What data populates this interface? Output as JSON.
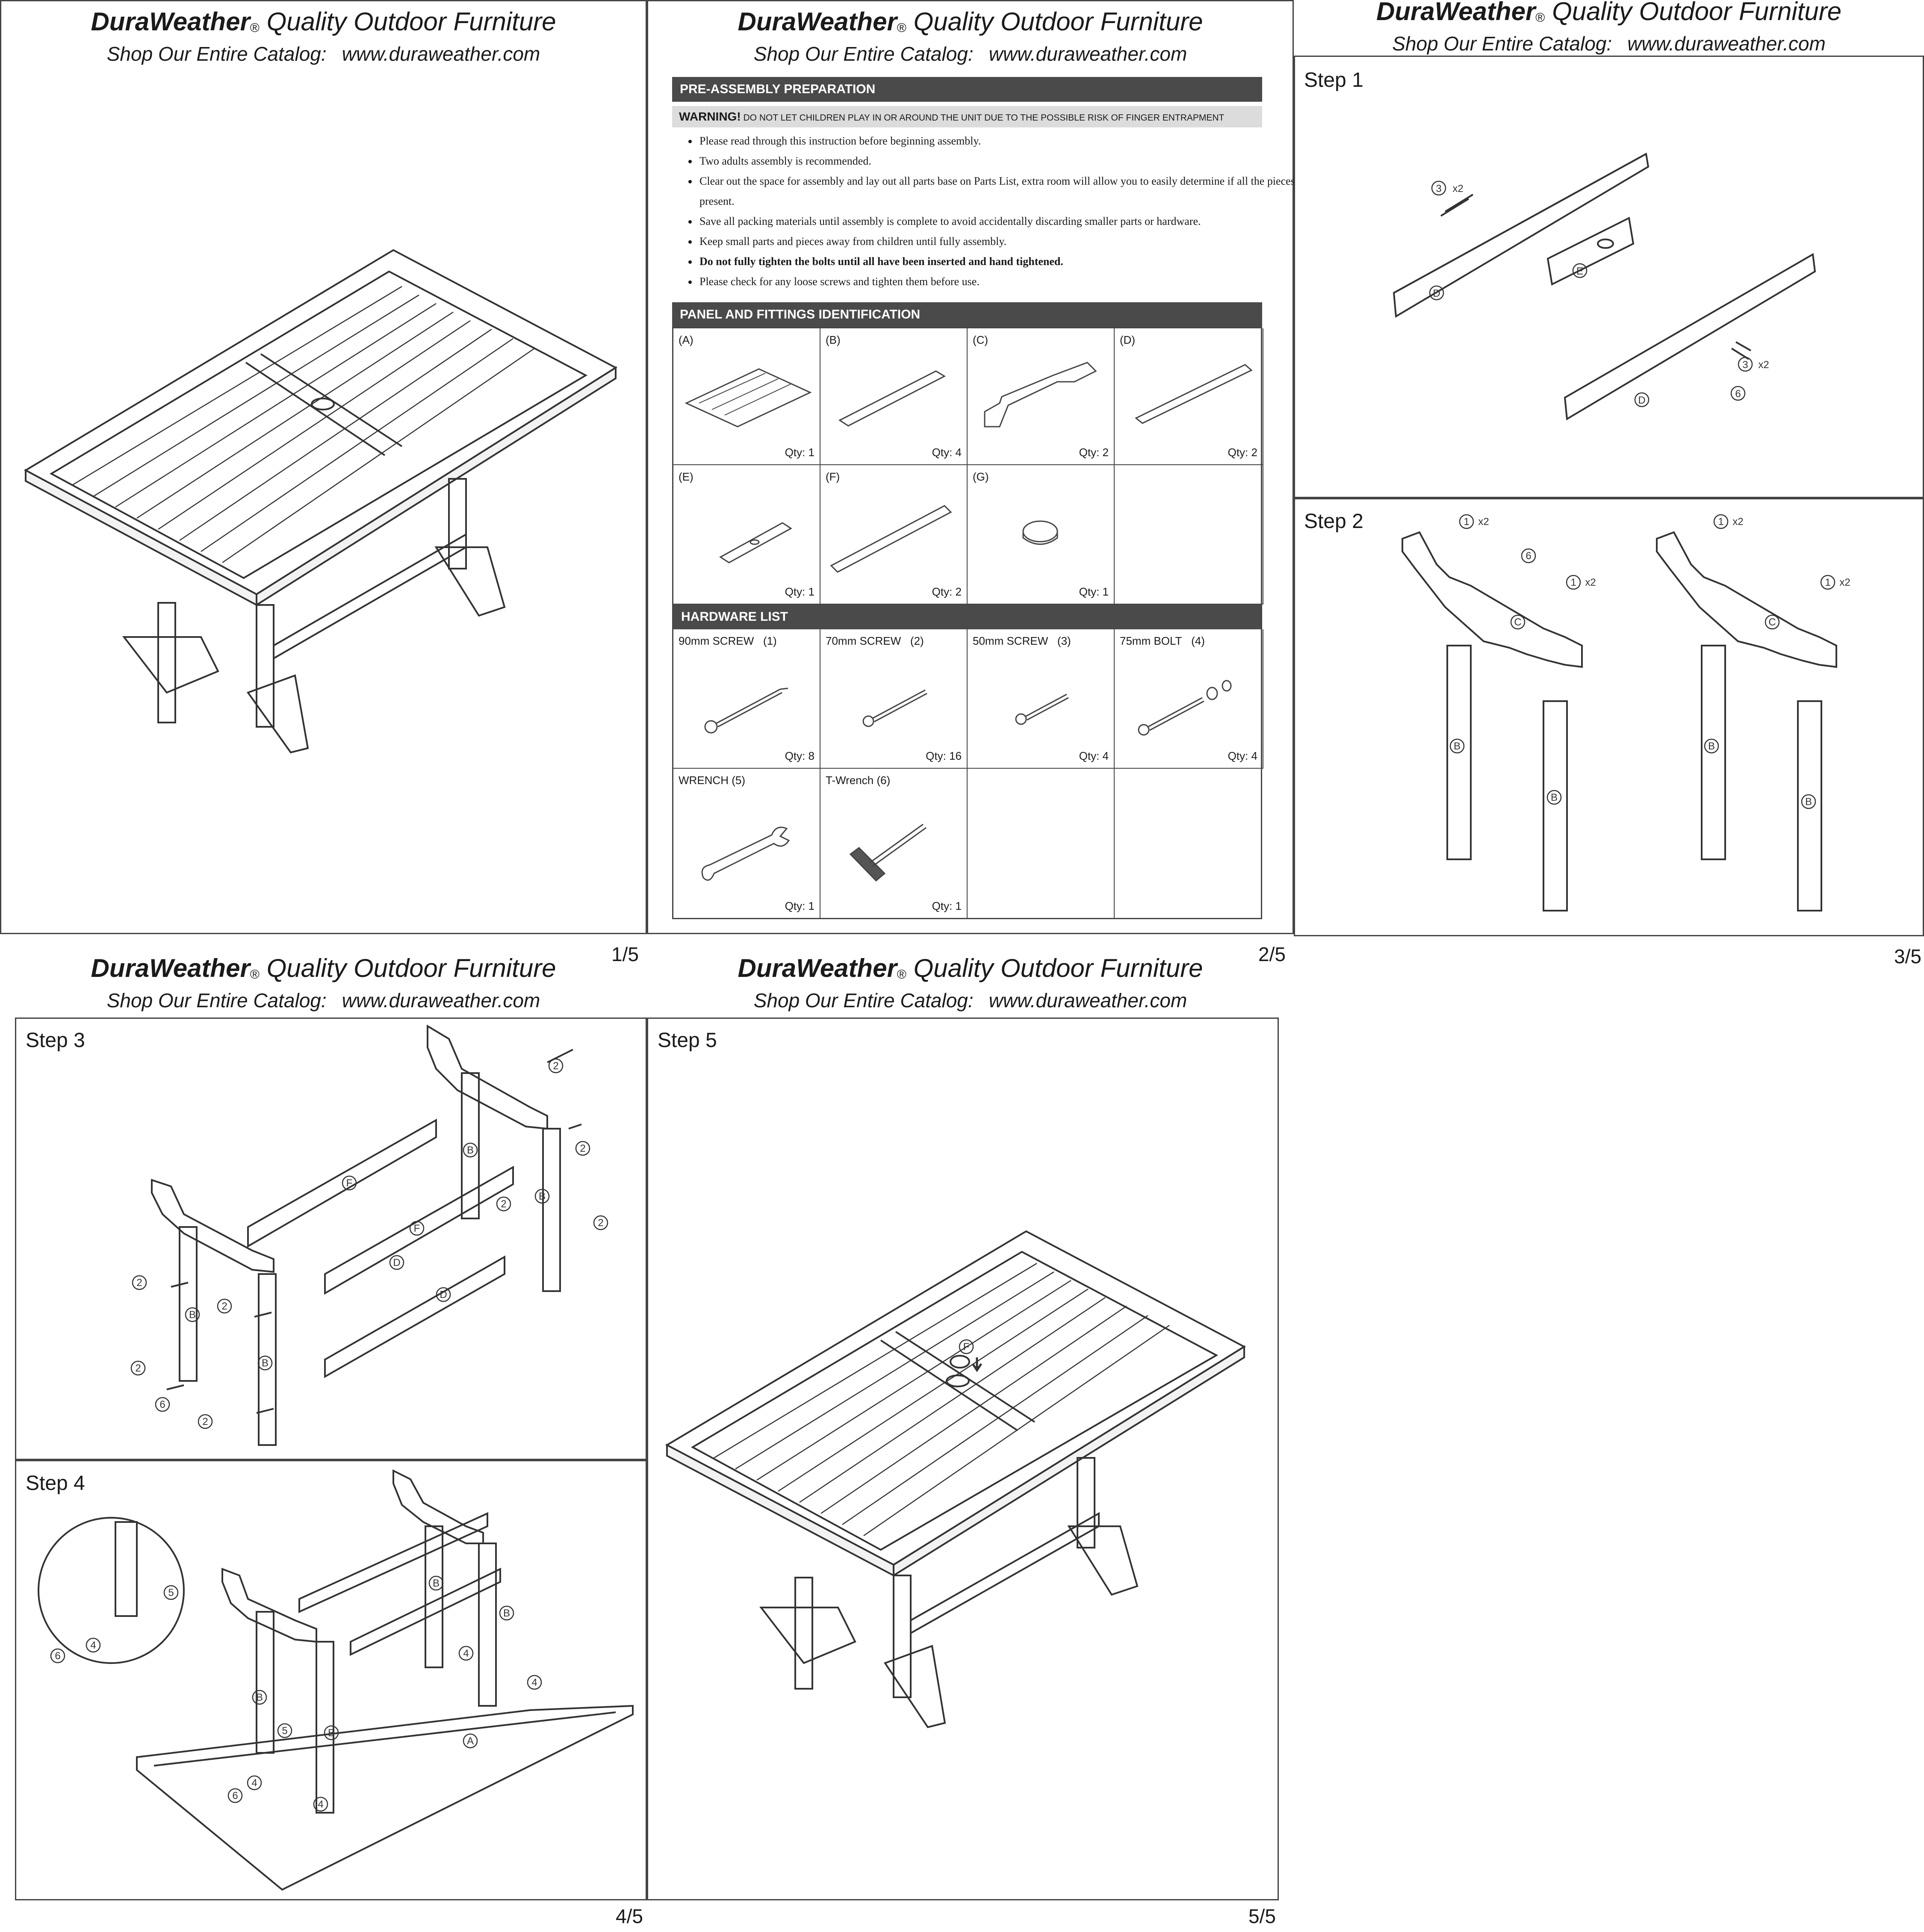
{
  "brand": {
    "name": "DuraWeather",
    "reg_mark": "®",
    "tagline": "Quality Outdoor Furniture",
    "shop_label": "Shop Our Entire Catalog:",
    "url": "www.duraweather.com"
  },
  "pages": {
    "p1": "1/5",
    "p2": "2/5",
    "p3": "3/5",
    "p4": "4/5",
    "p5": "5/5"
  },
  "pre_assembly": {
    "title": "PRE-ASSEMBLY PREPARATION",
    "warning_label": "WARNING!",
    "warning_text": "DO NOT LET CHILDREN PLAY IN OR AROUND THE UNIT DUE TO THE POSSIBLE RISK OF FINGER ENTRAPMENT",
    "items": [
      "Please read through this instruction before beginning assembly.",
      "Two adults assembly is recommended.",
      "Clear out the space for assembly and lay out all parts base on Parts List, extra room will allow you to easily determine if all the pieces are present.",
      "Save all packing materials until assembly is complete to avoid accidentally discarding smaller parts or hardware.",
      "Keep small parts and pieces away from children until fully assembly.",
      "Do not fully tighten the bolts until all have been inserted and hand tightened.",
      "Please check for any loose screws and tighten them before use."
    ]
  },
  "panel_section": {
    "title": "PANEL AND FITTINGS IDENTIFICATION",
    "parts": [
      {
        "label": "(A)",
        "qty": "Qty: 1"
      },
      {
        "label": "(B)",
        "qty": "Qty: 4"
      },
      {
        "label": "(C)",
        "qty": "Qty: 2"
      },
      {
        "label": "(D)",
        "qty": "Qty: 2"
      },
      {
        "label": "(E)",
        "qty": "Qty: 1"
      },
      {
        "label": "(F)",
        "qty": "Qty: 2"
      },
      {
        "label": "(G)",
        "qty": "Qty: 1"
      }
    ]
  },
  "hardware_section": {
    "title": "HARDWARE LIST",
    "items": [
      {
        "label": "90mm SCREW",
        "num": "(1)",
        "qty": "Qty: 8"
      },
      {
        "label": "70mm SCREW",
        "num": "(2)",
        "qty": "Qty: 16"
      },
      {
        "label": "50mm SCREW",
        "num": "(3)",
        "qty": "Qty: 4"
      },
      {
        "label": "75mm BOLT",
        "num": "(4)",
        "qty": "Qty: 4"
      },
      {
        "label": "WRENCH",
        "num": "(5)",
        "qty": "Qty: 1"
      },
      {
        "label": "T-Wrench",
        "num": "(6)",
        "qty": "Qty: 1"
      }
    ]
  },
  "steps": {
    "s1": "Step 1",
    "s2": "Step 2",
    "s3": "Step 3",
    "s4": "Step 4",
    "s5": "Step 5"
  },
  "callouts": {
    "d": "D",
    "e": "E",
    "b": "B",
    "c": "C",
    "f": "F",
    "a": "A",
    "n1": "1",
    "n2": "2",
    "n3": "3",
    "n4": "4",
    "n5": "5",
    "n6": "6",
    "x2": "x2"
  }
}
